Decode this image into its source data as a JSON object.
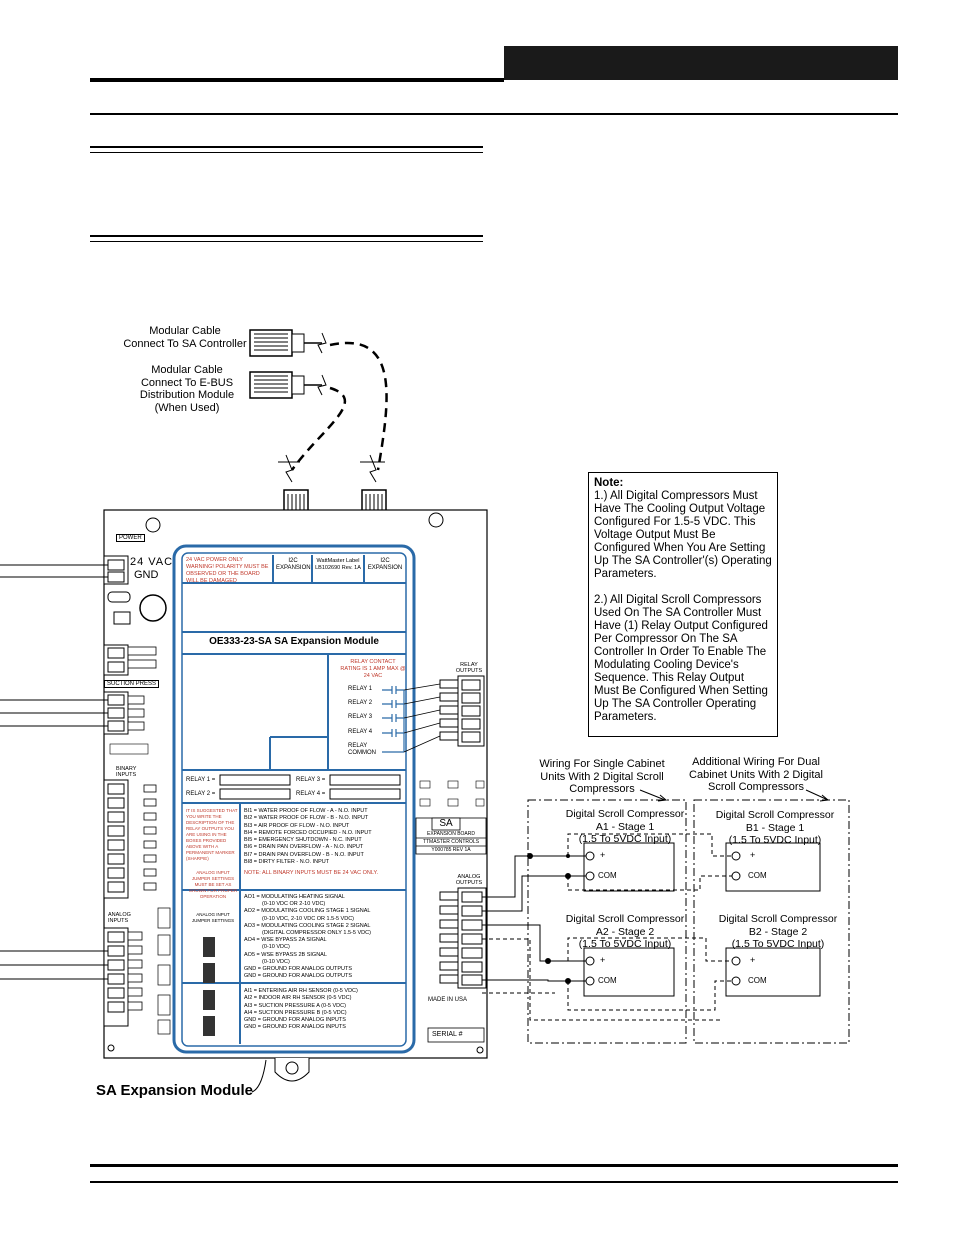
{
  "module_label": "SA Expansion Module",
  "note": {
    "title": "Note:",
    "p1": "1.) All Digital Compressors Must Have The Cooling Output Voltage Configured For 1.5-5 VDC. This Voltage Output Must Be Configured When You Are Setting Up The SA Controller'(s) Operating Parameters.",
    "p2": "2.) All Digital Scroll Compressors Used On The SA Controller Must Have (1) Relay Output Configured Per Compressor On The SA Controller In Order To Enable The Modulating Cooling Device's Sequence. This Relay Output Must Be Configured When Setting Up The SA Controller Operating Parameters."
  },
  "cables": {
    "sa_controller": [
      "Modular Cable",
      "Connect To SA Controller"
    ],
    "ebus": [
      "Modular Cable",
      "Connect To E-BUS",
      "Distribution Module",
      "(When Used)"
    ]
  },
  "wiring_labels": {
    "single": [
      "Wiring For Single Cabinet",
      "Units With 2 Digital Scroll",
      "Compressors"
    ],
    "dual": [
      "Additional Wiring For Dual",
      "Cabinet Units With 2 Digital",
      "Scroll Compressors"
    ]
  },
  "compressors": [
    {
      "name": "Digital Scroll Compressor",
      "stage": "A1 - Stage 1",
      "input": "(1.5 To 5VDC Input)"
    },
    {
      "name": "Digital Scroll Compressor",
      "stage": "B1 - Stage 1",
      "input": "(1.5 To 5VDC Input)"
    },
    {
      "name": "Digital Scroll Compressor",
      "stage": "A2 - Stage 2",
      "input": "(1.5 To 5VDC Input)"
    },
    {
      "name": "Digital Scroll Compressor",
      "stage": "B2 - Stage 2",
      "input": "(1.5 To 5VDC Input)"
    }
  ],
  "terminal_plus": "+",
  "terminal_com": "COM",
  "board": {
    "title": "OE333-23-SA  SA Expansion Module",
    "power_warning": "24 VAC POWER ONLY WARNING! POLARITY MUST BE OBSERVED OR THE BOARD WILL BE DAMAGED",
    "i2c_exp": "I2C EXPANSION",
    "label_box": "WattMaster Label LB102690 Rev. 1A",
    "i2c_exp2": "I2C EXPANSION",
    "relay_rating": "RELAY CONTACT RATING IS 1 AMP MAX @ 24 VAC",
    "relays": [
      "RELAY 1",
      "RELAY 2",
      "RELAY 3",
      "RELAY 4"
    ],
    "relay_common": "RELAY COMMON",
    "relay_fields": [
      "RELAY 1 =",
      "RELAY 2 =",
      "RELAY 3 =",
      "RELAY 4 ="
    ],
    "binary_inputs": [
      "BI1 = WATER PROOF OF FLOW - A - N.O. INPUT",
      "BI2 = WATER PROOF OF FLOW - B - N.O. INPUT",
      "BI3 = AIR PROOF OF FLOW - N.O. INPUT",
      "BI4 = REMOTE FORCED OCCUPIED - N.O. INPUT",
      "BI5 = EMERGENCY SHUTDOWN - N.C. INPUT",
      "BI6 = DRAIN PAN OVERFLOW - A - N.O. INPUT",
      "BI7 = DRAIN PAN OVERFLOW - B - N.O. INPUT",
      "BI8 = DIRTY FILTER - N.O. INPUT"
    ],
    "bi_note": "NOTE: ALL BINARY INPUTS MUST BE 24 VAC ONLY.",
    "side_note": "IT IS SUGGESTED THAT YOU WRITE THE DESCRIPTION OF THE RELAY OUTPUTS YOU ARE USING IN THE BOXES PROVIDED ABOVE WITH A PERMANENT MARKER (SHARPIE)",
    "analog_outputs": [
      "AO1 = MODULATING HEATING SIGNAL",
      "(0-10 VDC OR 2-10 VDC)",
      "AO2 = MODULATING COOLING STAGE 1 SIGNAL",
      "(0-10 VDC, 2-10 VDC OR 1.5-5 VDC)",
      "AO3 = MODULATING COOLING STAGE 2 SIGNAL",
      "(DIGITAL COMPRESSOR ONLY 1.5-5 VDC)",
      "AO4 = WSE BYPASS 2A SIGNAL",
      "(0-10 VDC)",
      "AO5 = WSE BYPASS 2B SIGNAL",
      "(0-10 VDC)",
      "GND = GROUND FOR ANALOG OUTPUTS",
      "GND = GROUND FOR ANALOG OUTPUTS"
    ],
    "jumper_note": "ANALOG INPUT JUMPER SETTINGS MUST BE SET AS SHOWN FOR PROPER OPERATION",
    "jumper_title": "ANALOG INPUT JUMPER SETTINGS",
    "analog_inputs": [
      "AI1 = ENTERING AIR RH SENSOR (0-5 VDC)",
      "AI2 = INDOOR AIR RH SENSOR (0-5 VDC)",
      "AI3 = SUCTION PRESSURE A (0-5 VDC)",
      "AI4 = SUCTION PRESSURE B (0-5 VDC)",
      "GND = GROUND FOR ANALOG INPUTS",
      "GND = GROUND FOR ANALOG INPUTS"
    ],
    "pcb_24vac": "24 VAC",
    "pcb_gnd": "GND",
    "pcb_power": "POWER",
    "pcb_suction": "SUCTION PRESS",
    "pcb_binary": "BINARY INPUTS",
    "pcb_analog_in": "ANALOG INPUTS",
    "pcb_relay_out": "RELAY OUTPUTS",
    "pcb_analog_out": "ANALOG OUTPUTS",
    "pcb_sa": "SA",
    "pcb_exp_board": "EXPANSION BOARD",
    "pcb_ttmaster": "TTMASTER CONTROLS",
    "pcb_rev": "Y000785  REV 1A",
    "pcb_made": "MADE IN USA",
    "pcb_serial": "SERIAL #"
  }
}
